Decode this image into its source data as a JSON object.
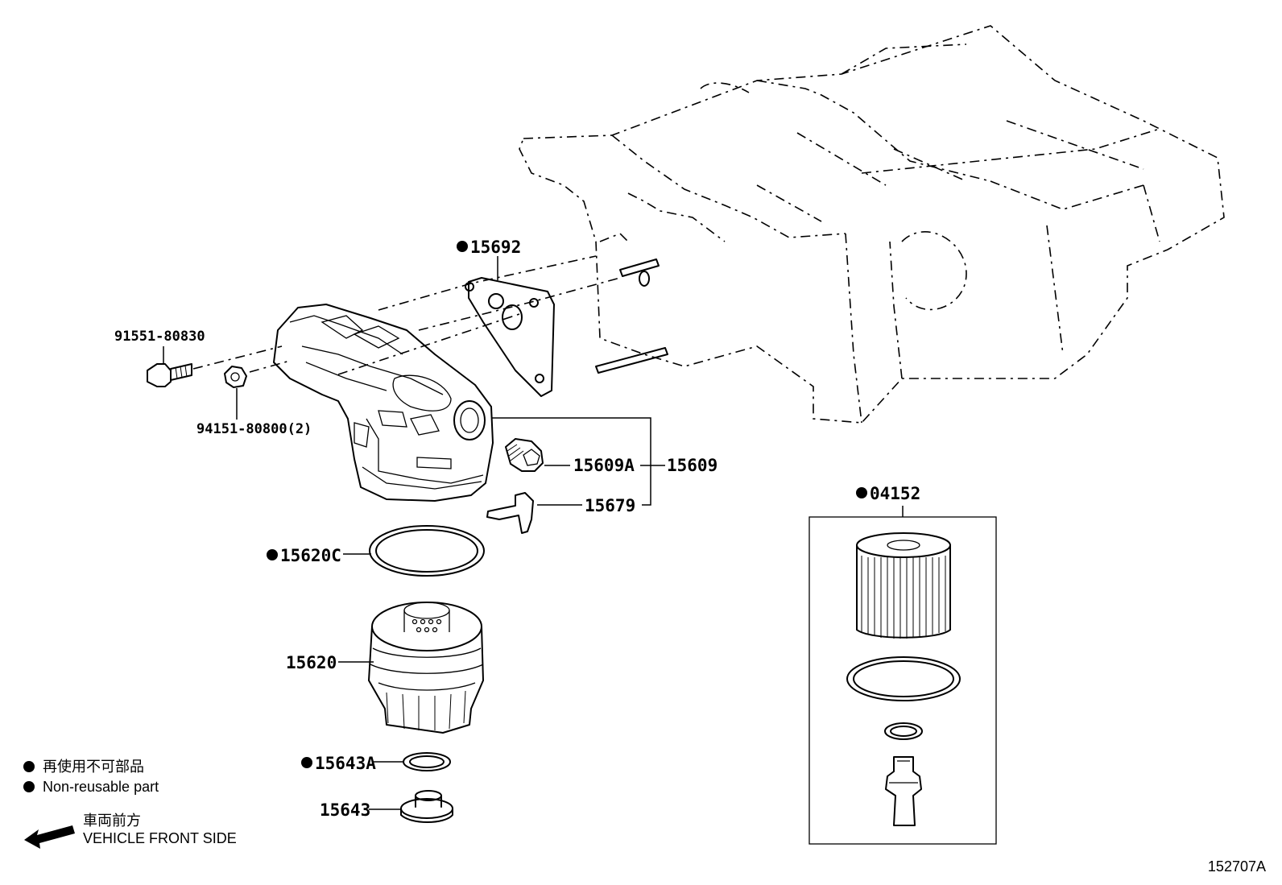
{
  "labels": {
    "gasket_15692": "15692",
    "bolt_91551": "91551-80830",
    "nut_94151": "94151-80800(2)",
    "plug_15609A": "15609A",
    "bracket_15609": "15609",
    "union_15679": "15679",
    "oring_15620C": "15620C",
    "cap_15620": "15620",
    "gasket_15643A": "15643A",
    "drain_15643": "15643",
    "element_04152": "04152"
  },
  "legend": {
    "nonreusable_jp": "再使用不可部品",
    "nonreusable_en": "Non-reusable part",
    "front_jp": "車両前方",
    "front_en": "VEHICLE FRONT SIDE"
  },
  "figure_number": "152707A"
}
